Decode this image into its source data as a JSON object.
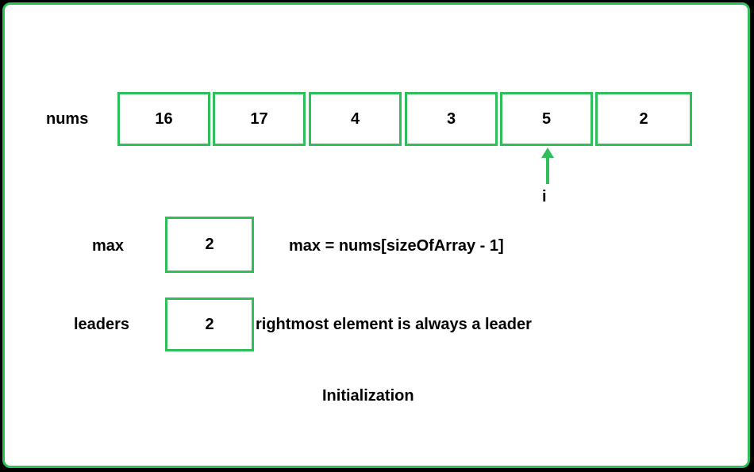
{
  "array": {
    "label": "nums",
    "values": [
      "16",
      "17",
      "4",
      "3",
      "5",
      "2"
    ],
    "pointer_index": 4,
    "pointer_label": "i"
  },
  "max": {
    "label": "max",
    "value": "2",
    "note": "max = nums[sizeOfArray - 1]"
  },
  "leaders": {
    "label": "leaders",
    "value": "2",
    "note": "rightmost element is always a leader"
  },
  "caption": "Initialization",
  "colors": {
    "accent": "#2fbf5a",
    "background": "#ffffff",
    "outer": "#000000",
    "text": "#000000"
  }
}
